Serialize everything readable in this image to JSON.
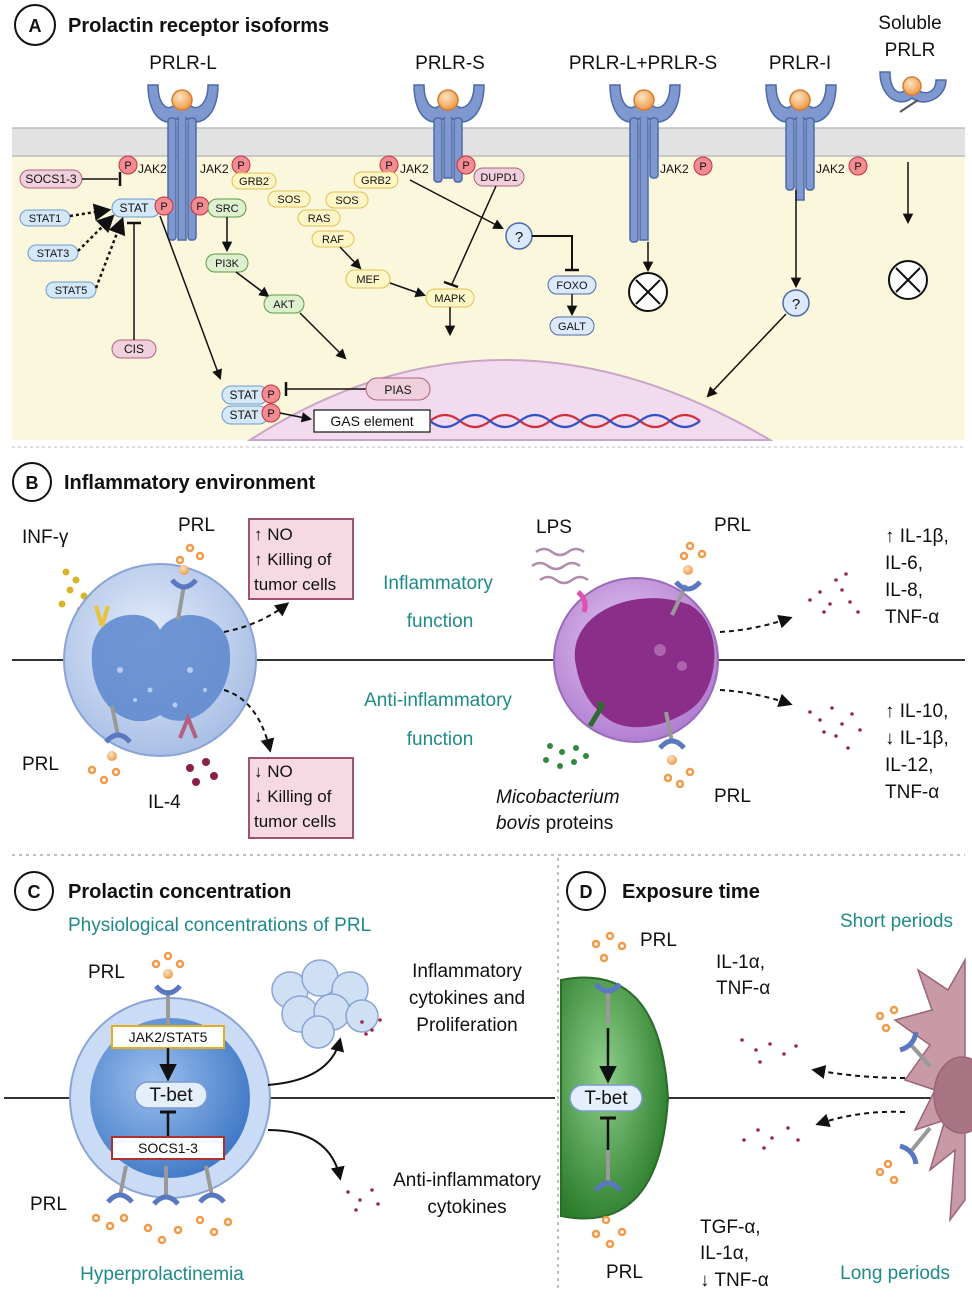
{
  "panel_a": {
    "letter": "A",
    "title": "Prolactin receptor isoforms",
    "receptors": {
      "prlr_l": "PRLR-L",
      "prlr_s": "PRLR-S",
      "prlr_ls": "PRLR-L+PRLR-S",
      "prlr_i": "PRLR-I",
      "soluble_1": "Soluble",
      "soluble_2": "PRLR"
    },
    "molecules": {
      "p": "P",
      "jak2": "JAK2",
      "socs": "SOCS1-3",
      "stat": "STAT",
      "stat1": "STAT1",
      "stat3": "STAT3",
      "stat5": "STAT5",
      "cis": "CIS",
      "grb2": "GRB2",
      "src": "SRC",
      "pi3k": "PI3K",
      "akt": "AKT",
      "sos": "SOS",
      "ras": "RAS",
      "raf": "RAF",
      "mef": "MEF",
      "mapk": "MAPK",
      "dupd1": "DUPD1",
      "foxo": "FOXO",
      "galt": "GALT",
      "question": "?",
      "pias": "PIAS",
      "gas": "GAS element"
    }
  },
  "panel_b": {
    "letter": "B",
    "title": "Inflammatory environment",
    "inf_gamma": "INF-γ",
    "prl": "PRL",
    "il4": "IL-4",
    "box_up": [
      "↑ NO",
      "↑ Killing of",
      "tumor cells"
    ],
    "box_down": [
      "↓ NO",
      "↓ Killing of",
      "tumor cells"
    ],
    "inflammatory": [
      "Inflammatory",
      "function"
    ],
    "anti_inflammatory": [
      "Anti-inflammatory",
      "function"
    ],
    "lps": "LPS",
    "cyt_up": [
      "↑ IL-1β,",
      "IL-6,",
      "IL-8,",
      "TNF-α"
    ],
    "cyt_down": [
      "↑ IL-10,",
      "↓ IL-1β,",
      "IL-12,",
      "TNF-α"
    ],
    "micobacterium": "Micobacterium",
    "bovis": "bovis",
    "proteins": " proteins"
  },
  "panel_c": {
    "letter": "C",
    "title": "Prolactin concentration",
    "physiological": "Physiological concentrations of PRL",
    "prl": "PRL",
    "jak_stat": "JAK2/STAT5",
    "tbet": "T-bet",
    "socs": "SOCS1-3",
    "inflammatory": [
      "Inflammatory",
      "cytokines and",
      "Proliferation"
    ],
    "anti": [
      "Anti-inflammatory",
      "cytokines"
    ],
    "hyper": "Hyperprolactinemia"
  },
  "panel_d": {
    "letter": "D",
    "title": "Exposure time",
    "short": "Short periods",
    "long": "Long periods",
    "prl": "PRL",
    "tbet": "T-bet",
    "short_cyt": [
      "IL-1α,",
      "TNF-α"
    ],
    "long_cyt": [
      "TGF-α,",
      "IL-1α,",
      "↓ TNF-α"
    ]
  },
  "colors": {
    "receptor": "#7f98cf",
    "ligand": "#f0a050",
    "phospho": "#e05560",
    "membrane": "#d9d9d9",
    "cytoplasm": "#fbf7dd",
    "nucleus": "#f2d9ee",
    "teal_text": "#1f8a8a",
    "macrophage": "#a57cc0",
    "tcell_green": "#3f9a3f",
    "tcell_blue": "#5b8fd0"
  }
}
